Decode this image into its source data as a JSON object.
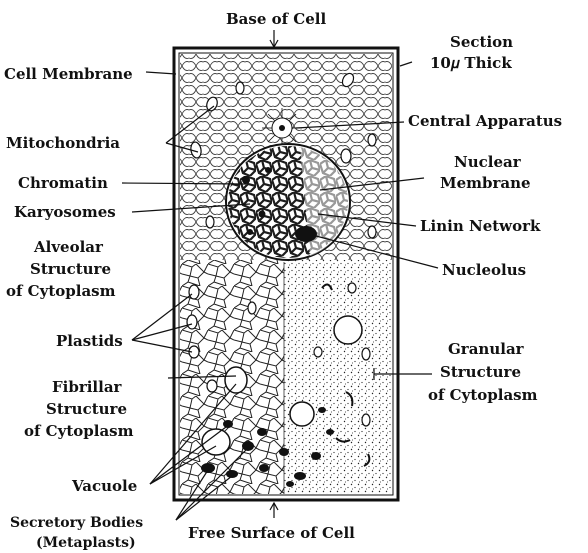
{
  "diagram": {
    "labels": {
      "base_of_cell": "Base of Cell",
      "section_line1": "Section",
      "section_line2": "10𝜇 Thick",
      "cell_membrane": "Cell Membrane",
      "central_apparatus": "Central Apparatus",
      "mitochondria": "Mitochondria",
      "nuclear_membrane_line1": "Nuclear",
      "nuclear_membrane_line2": "Membrane",
      "chromatin": "Chromatin",
      "karyosomes": "Karyosomes",
      "linin_network": "Linin Network",
      "alveolar_line1": "Alveolar",
      "alveolar_line2": "Structure",
      "alveolar_line3": "of Cytoplasm",
      "nucleolus": "Nucleolus",
      "plastids": "Plastids",
      "granular_line1": "Granular",
      "granular_line2": "Structure",
      "granular_line3": "of Cytoplasm",
      "fibrillar_line1": "Fibrillar",
      "fibrillar_line2": "Structure",
      "fibrillar_line3": "of Cytoplasm",
      "vacuole": "Vacuole",
      "secretory_line1": "Secretory Bodies",
      "secretory_line2": "(Metaplasts)",
      "free_surface": "Free Surface of Cell"
    },
    "colors": {
      "ink": "#111111",
      "paper": "#ffffff"
    }
  }
}
